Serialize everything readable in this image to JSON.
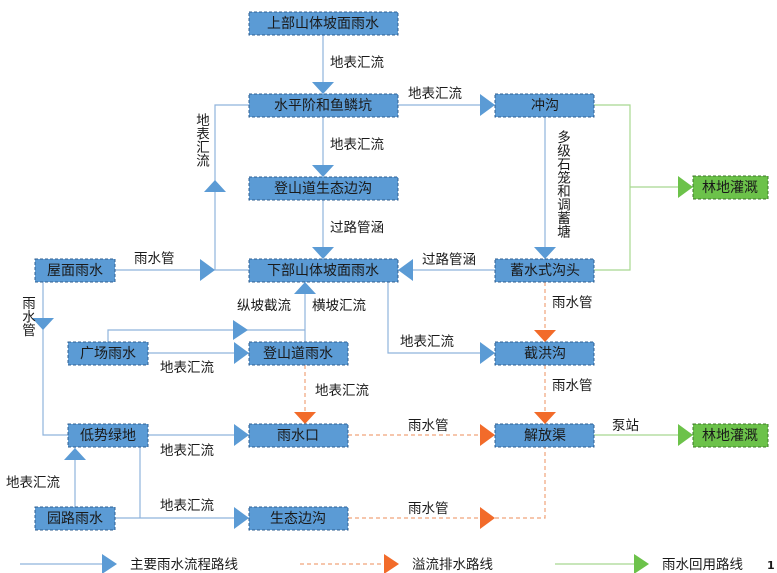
{
  "nodes": {
    "upper_slope": "上部山体坡面雨水",
    "terrace_pits": "水平阶和鱼鳞坑",
    "trail_eco_ditch": "登山道生态边沟",
    "lower_slope": "下部山体坡面雨水",
    "gully": "冲沟",
    "storage_gully_head": "蓄水式沟头",
    "forest_irrigation_1": "林地灌溉",
    "roof_rain": "屋面雨水",
    "plaza_rain": "广场雨水",
    "trail_rain": "登山道雨水",
    "flood_ditch": "截洪沟",
    "sunken_green": "低势绿地",
    "rain_inlet": "雨水口",
    "jiefang_canal": "解放渠",
    "forest_irrigation_2": "林地灌溉",
    "path_rain": "园路雨水",
    "eco_ditch": "生态边沟"
  },
  "edge_labels": {
    "upper_to_terrace": "地表汇流",
    "terrace_to_trail_ditch": "地表汇流",
    "trail_ditch_to_lower": "过路管涵",
    "terrace_to_gully": "地表汇流",
    "gully_to_head": "多级石笼和调蓄塘",
    "head_to_lower": "过路管涵",
    "roof_to_lower": "雨水管",
    "roof_up_to_terrace": "地表汇流",
    "roof_down": "雨水管",
    "longitudinal": "纵坡截流",
    "transverse": "横坡汇流",
    "plaza_to_trail": "地表汇流",
    "lower_to_flood_ditch": "地表汇流",
    "head_to_flood_ditch": "雨水管",
    "trail_to_inlet": "地表汇流",
    "flood_ditch_to_canal": "雨水管",
    "green_to_inlet": "地表汇流",
    "inlet_to_canal": "雨水管",
    "canal_to_forest": "泵站",
    "path_to_green": "地表汇流",
    "path_to_eco_ditch": "地表汇流",
    "eco_ditch_to_canal": "雨水管"
  },
  "legend": {
    "main": "主要雨水流程路线",
    "overflow": "溢流排水路线",
    "reuse": "雨水回用路线",
    "figure_num": "1"
  },
  "colors": {
    "main": "#5b9bd5",
    "overflow": "#f26b2a",
    "reuse": "#6cc24a"
  }
}
